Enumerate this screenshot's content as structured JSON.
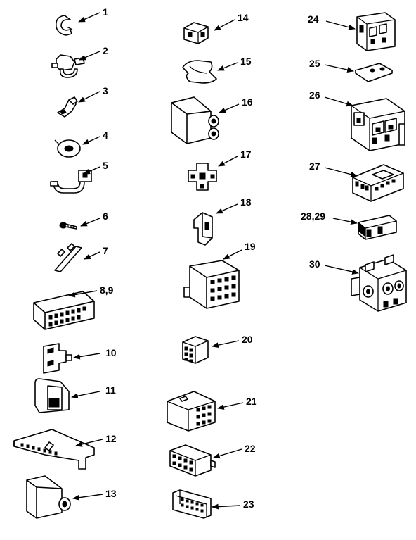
{
  "part_labels": [
    "1",
    "2",
    "3",
    "4",
    "5",
    "6",
    "7",
    "8,9",
    "10",
    "11",
    "12",
    "13",
    "14",
    "15",
    "16",
    "17",
    "18",
    "19",
    "20",
    "21",
    "22",
    "23",
    "24",
    "25",
    "26",
    "27",
    "28,29",
    "30"
  ]
}
